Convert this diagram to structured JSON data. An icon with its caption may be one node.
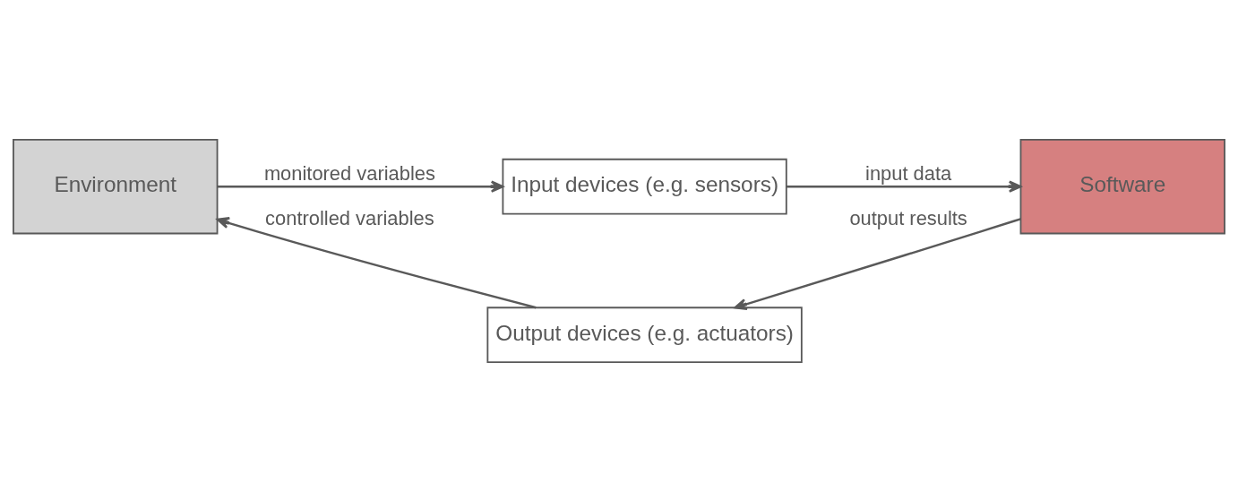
{
  "diagram": {
    "nodes": [
      {
        "text": [
          "Input devices (e.g. sensors)"
        ]
      },
      {
        "text": [
          "Environment"
        ]
      },
      {
        "text": [
          "Software"
        ]
      },
      {
        "text": [
          "Output devices (e.g. actuators)"
        ]
      }
    ],
    "edges": [
      {
        "from": 1,
        "to": 0,
        "arrow": "to",
        "label": "monitored variables"
      },
      {
        "from": 0,
        "to": 2,
        "arrow": "to",
        "label": "input data"
      },
      {
        "from": 2,
        "to": 3,
        "arrow": "to",
        "label": "output results"
      },
      {
        "from": 3,
        "to": 1,
        "arrow": "to",
        "label": "controlled variables"
      }
    ]
  }
}
